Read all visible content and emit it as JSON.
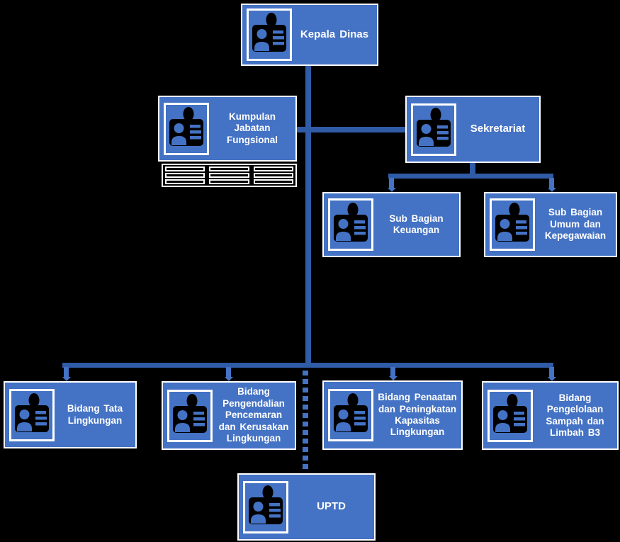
{
  "org_chart": {
    "background": "#000000",
    "colors": {
      "box_fill": "#4472C4",
      "box_border": "#FFFFFF",
      "text": "#FFFFFF",
      "connector": "#2F5BA7",
      "connector_light": "#4472C4",
      "dashed_connector": "#4472C4",
      "icon": "#000000"
    },
    "nodes": {
      "kepala_dinas": {
        "label": "Kepala Dinas"
      },
      "kumpulan_jabatan_fungsional": {
        "label": "Kumpulan Jabatan Fungsional"
      },
      "sekretariat": {
        "label": "Sekretariat"
      },
      "sub_bagian_keuangan": {
        "label": "Sub Bagian Keuangan"
      },
      "sub_bagian_umum": {
        "label": "Sub Bagian Umum dan Kepegawaian"
      },
      "bidang_tata": {
        "label": "Bidang Tata Lingkungan"
      },
      "bidang_pengendalian": {
        "label": "Bidang Pengendalian Pencemaran dan Kerusakan Lingkungan"
      },
      "bidang_penaatan": {
        "label": "Bidang Penaatan dan Peningkatan Kapasitas Lingkungan"
      },
      "bidang_pengelolaan": {
        "label": "Bidang Pengelolaan Sampah dan Limbah B3"
      },
      "uptd": {
        "label": "UPTD"
      }
    },
    "edges": [
      {
        "from": "kepala_dinas",
        "to": "kumpulan_jabatan_fungsional",
        "style": "solid"
      },
      {
        "from": "kepala_dinas",
        "to": "sekretariat",
        "style": "solid"
      },
      {
        "from": "sekretariat",
        "to": "sub_bagian_keuangan",
        "style": "solid"
      },
      {
        "from": "sekretariat",
        "to": "sub_bagian_umum",
        "style": "solid"
      },
      {
        "from": "kepala_dinas",
        "to": "bidang_tata",
        "style": "solid"
      },
      {
        "from": "kepala_dinas",
        "to": "bidang_pengendalian",
        "style": "solid"
      },
      {
        "from": "kepala_dinas",
        "to": "bidang_penaatan",
        "style": "solid"
      },
      {
        "from": "kepala_dinas",
        "to": "bidang_pengelolaan",
        "style": "solid"
      },
      {
        "from": "kepala_dinas",
        "to": "uptd",
        "style": "dashed"
      }
    ],
    "icons": {
      "node_icon": "id-badge-icon",
      "kumpulan_attachment": "rack-grid-icon"
    }
  }
}
